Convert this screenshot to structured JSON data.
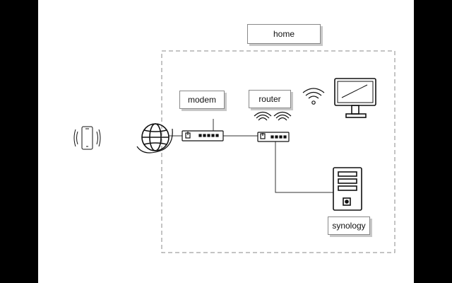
{
  "labels": {
    "home": "home",
    "modem": "modem",
    "router": "router",
    "synology": "synology"
  },
  "icons": [
    "phone-icon",
    "globe-icon",
    "modem-icon",
    "router-icon",
    "wifi-icon",
    "monitor-icon",
    "server-icon"
  ],
  "colors": {
    "background": "#000000",
    "canvas": "#ffffff",
    "stroke": "#111111",
    "group_border": "#888888",
    "label_shadow": "#c8c8c8"
  }
}
